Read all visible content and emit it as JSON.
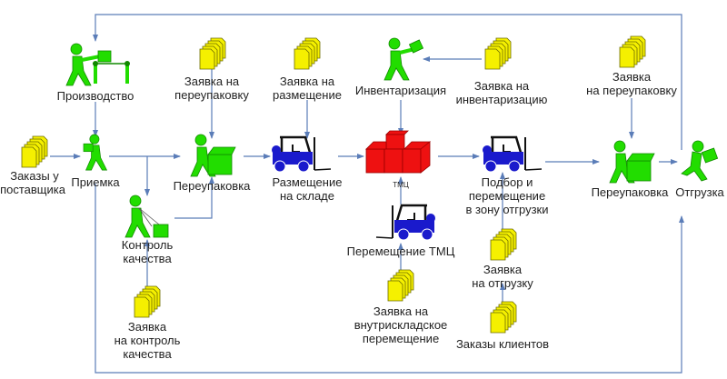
{
  "diagram": {
    "title": "Складские процессы",
    "colors": {
      "connector": "#5b7db8",
      "worker": "#22dd00",
      "document": "#f5f000",
      "forklift": "#1a1acc",
      "goods": "#ee1111"
    },
    "nodes": {
      "production": {
        "label": "Производство",
        "icon": "worker-conveyor-icon"
      },
      "supplier_orders": {
        "label": "Заказы у поставщика",
        "line1": "Заказы у",
        "line2": "поставщика",
        "icon": "documents-icon"
      },
      "receiving": {
        "label": "Приемка",
        "icon": "worker-carrying-box-icon"
      },
      "repack_request_1": {
        "line1": "Заявка на",
        "line2": "переупаковку",
        "icon": "documents-icon"
      },
      "repacking_1": {
        "label": "Переупаковка",
        "icon": "worker-packing-box-icon"
      },
      "quality_control": {
        "line1": "Контроль",
        "line2": "качества",
        "icon": "worker-inspecting-icon"
      },
      "qc_request": {
        "line1": "Заявка",
        "line2": "на контроль",
        "line3": "качества",
        "icon": "documents-icon"
      },
      "placement_request": {
        "line1": "Заявка на",
        "line2": "размещение",
        "icon": "documents-icon"
      },
      "placement": {
        "line1": "Размещение",
        "line2": "на складе",
        "icon": "forklift-icon"
      },
      "inventory": {
        "label": "Инвентаризация",
        "icon": "worker-with-document-icon"
      },
      "inventory_request": {
        "line1": "Заявка на",
        "line2": "инвентаризацию",
        "icon": "documents-icon"
      },
      "goods": {
        "label": "ТМЦ",
        "icon": "stacked-boxes-icon"
      },
      "internal_move": {
        "label": "Перемещение ТМЦ",
        "icon": "forklift-icon"
      },
      "internal_move_request": {
        "line1": "Заявка на",
        "line2": "внутрискладское",
        "line3": "перемещение",
        "icon": "documents-icon"
      },
      "picking": {
        "line1": "Подбор и",
        "line2": "перемещение",
        "line3": "в зону отгрузки",
        "icon": "forklift-icon"
      },
      "shipment_request": {
        "line1": "Заявка",
        "line2": "на отгрузку",
        "icon": "documents-icon"
      },
      "customer_orders": {
        "label": "Заказы клиентов",
        "icon": "documents-icon"
      },
      "repack_request_2": {
        "line1": "Заявка",
        "line2": "на переупаковку",
        "icon": "documents-icon"
      },
      "repacking_2": {
        "label": "Переупаковка",
        "icon": "worker-packing-box-icon"
      },
      "shipping": {
        "label": "Отгрузка",
        "icon": "worker-running-box-icon"
      }
    }
  }
}
